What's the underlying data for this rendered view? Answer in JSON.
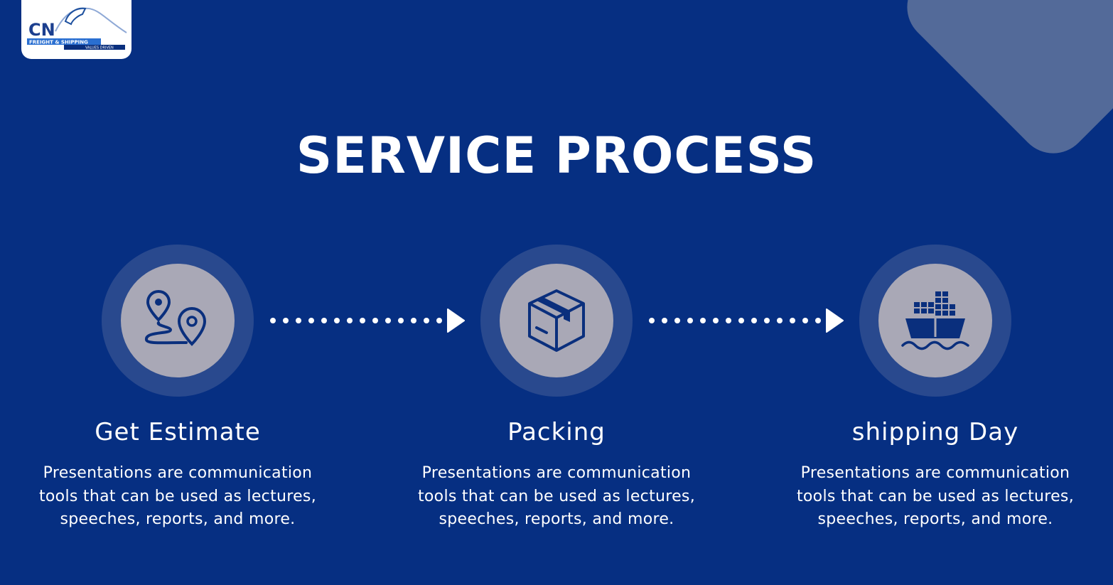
{
  "logo": {
    "initials": "CN",
    "banner": "FREIGHT & SHIPPING",
    "tagline": "VALUES DRIVEN"
  },
  "title": "SERVICE PROCESS",
  "steps": [
    {
      "title": "Get Estimate",
      "description": "Presentations are communication tools that can be used as lectures, speeches, reports, and more.",
      "icon": "route-map-pin-icon"
    },
    {
      "title": "Packing",
      "description": "Presentations are communication tools that can be used as lectures, speeches, reports, and more.",
      "icon": "package-box-icon"
    },
    {
      "title": "shipping Day",
      "description": "Presentations are communication tools that can be used as lectures, speeches, reports, and more.",
      "icon": "cargo-ship-icon"
    }
  ],
  "colors": {
    "background": "#062f82",
    "icon": "#0a2f7d",
    "disc": "#a9a8b6",
    "halo": "#29498e",
    "decoration": "#536a99"
  }
}
